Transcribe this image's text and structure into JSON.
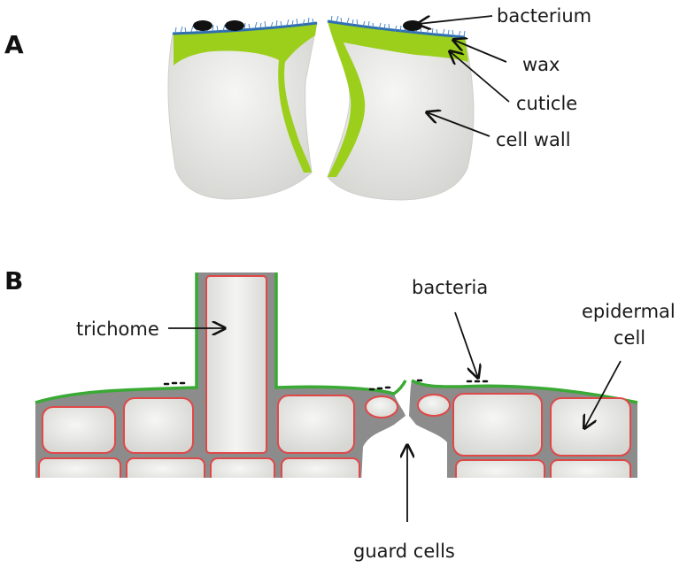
{
  "panels": {
    "a": {
      "letter": "A",
      "labels": {
        "bacterium": "bacterium",
        "wax": "wax",
        "cuticle": "cuticle",
        "cell_wall": "cell wall"
      }
    },
    "b": {
      "letter": "B",
      "labels": {
        "trichome": "trichome",
        "bacteria": "bacteria",
        "epidermal_line1": "epidermal",
        "epidermal_line2": "cell",
        "guard_cells": "guard cells"
      }
    }
  },
  "colors": {
    "cuticle": "#9bcf1c",
    "wax": "#2f6fb0",
    "cell_fill": "#e4e4e2",
    "cell_wall_b": "#8c8c8c",
    "membrane": "#e04848",
    "surface_b": "#3aaa35",
    "bacterium": "#111111"
  }
}
